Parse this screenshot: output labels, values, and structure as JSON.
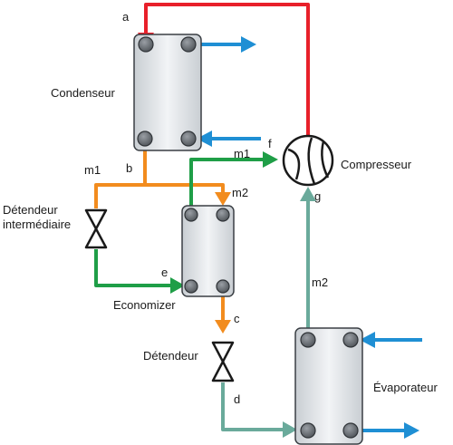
{
  "labels": {
    "condenser": "Condenseur",
    "compressor": "Compresseur",
    "intermediate_valve_line1": "Détendeur",
    "intermediate_valve_line2": "intermédiaire",
    "economizer": "Economizer",
    "expansion_valve": "Détendeur",
    "evaporator": "Évaporateur"
  },
  "points": {
    "a": "a",
    "b": "b",
    "c": "c",
    "d": "d",
    "e": "e",
    "f": "f",
    "g": "g"
  },
  "flows": {
    "m1_left": "m1",
    "m1_top": "m1",
    "m2_economizer": "m2",
    "m2_suction": "m2"
  },
  "colors": {
    "discharge_line": "#e8202a",
    "water_lines": "#1f8fd4",
    "liquid_line": "#f28c1e",
    "intermediate_vapor_line": "#1f9e47",
    "low_pressure_line": "#6aaa9b"
  }
}
